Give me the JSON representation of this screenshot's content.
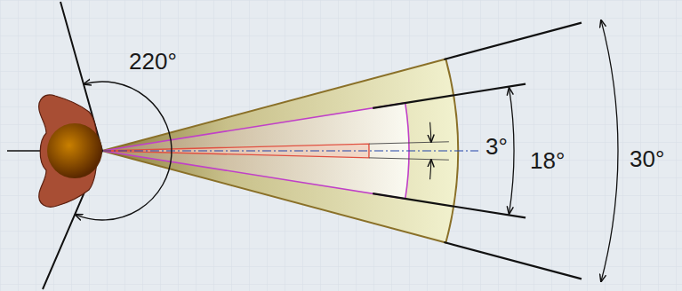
{
  "diagram": {
    "labels": [
      "220°",
      "3°",
      "18°",
      "30°"
    ]
  }
}
